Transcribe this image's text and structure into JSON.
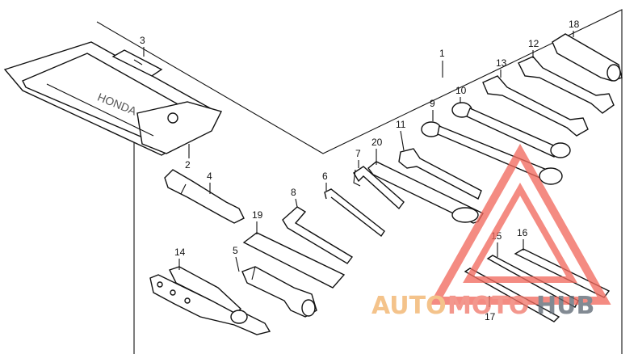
{
  "callouts": {
    "p1": "1",
    "p2": "2",
    "p3": "3",
    "p4": "4",
    "p5": "5",
    "p6": "6",
    "p7": "7",
    "p8": "8",
    "p9": "9",
    "p10": "10",
    "p11": "11",
    "p12": "12",
    "p13": "13",
    "p14": "14",
    "p15": "15",
    "p16": "16",
    "p17": "17",
    "p18": "18",
    "p19": "19",
    "p20": "20"
  },
  "watermark": {
    "text_auto": "AUTO",
    "text_moto": "MOTO",
    "text_hub": "HUB",
    "colors": {
      "auto": "#f2b36b",
      "moto": "#f07a6e",
      "hub": "#5f6a76",
      "triangle": "#f26b5f"
    }
  }
}
